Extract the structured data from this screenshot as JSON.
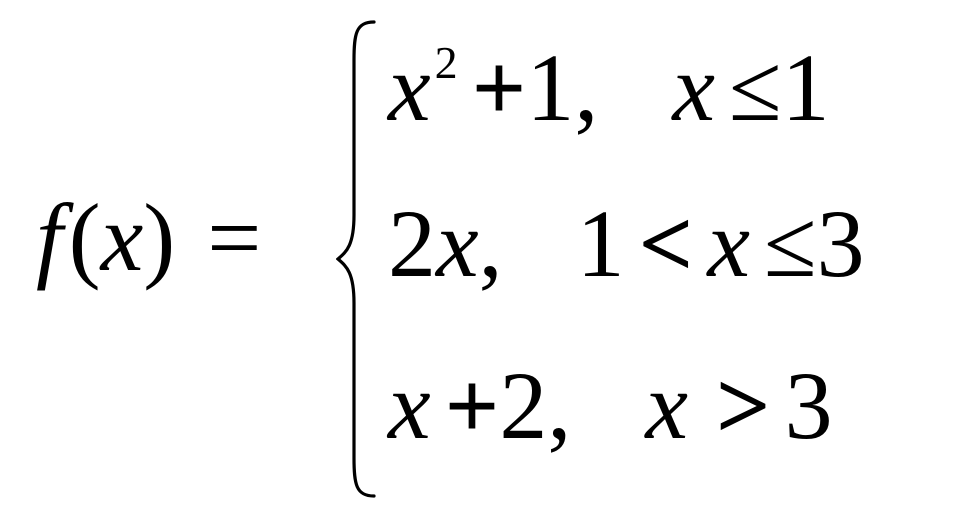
{
  "formula": {
    "lhs": {
      "func": "f",
      "open": "(",
      "var": "x",
      "close": ")",
      "equals": "="
    },
    "cases": [
      {
        "expr": {
          "var": "x",
          "sup": "2",
          "op": "+",
          "const": "1,"
        },
        "cond": {
          "var": "x",
          "rel": "≤",
          "bound": "1"
        }
      },
      {
        "expr": {
          "coef": "2",
          "var": "x",
          "comma": ","
        },
        "cond": {
          "low": "1",
          "rel1": "<",
          "var": "x",
          "rel2": "≤",
          "high": "3"
        }
      },
      {
        "expr": {
          "var": "x",
          "op": "+",
          "const": "2,"
        },
        "cond": {
          "var": "x",
          "rel": ">",
          "bound": "3"
        }
      }
    ]
  }
}
